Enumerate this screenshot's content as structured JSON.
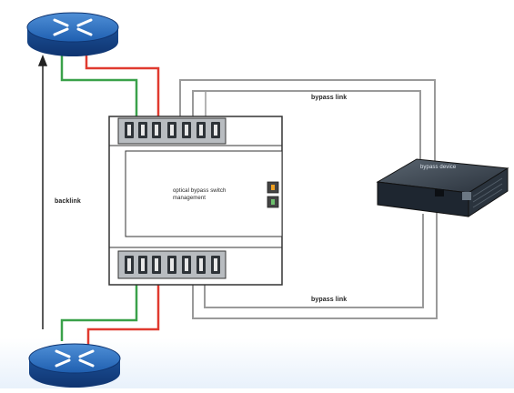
{
  "links": {
    "top_right": "bypass link",
    "bottom_right": "bypass link",
    "left": "backlink"
  },
  "switch_module": {
    "line1": "optical bypass switch",
    "line2": "management"
  },
  "appliance": {
    "label": "bypass device"
  },
  "colors": {
    "primary_link": "#3aa14a",
    "secondary_link": "#e03a2f",
    "bypass_link": "#9a9a9a",
    "router_body": "#1f5fb0",
    "panel_border": "#333333",
    "appliance_body": "#1e2630"
  },
  "icons": [
    "router-icon",
    "router-icon",
    "network-appliance-icon",
    "patch-panel-icon"
  ]
}
